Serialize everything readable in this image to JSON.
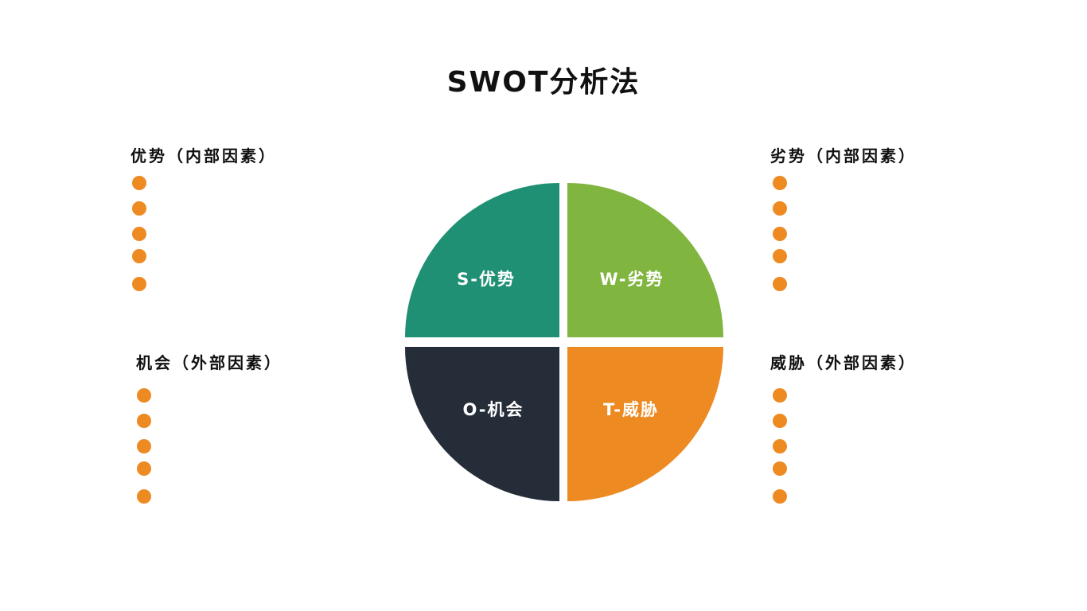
{
  "title": "SWOT分析法",
  "quadrants": [
    {
      "label": "S-优势",
      "color": "#1f9073"
    },
    {
      "label": "W-劣势",
      "color": "#80b540"
    },
    {
      "label": "O-机会",
      "color": "#252d38"
    },
    {
      "label": "T-威胁",
      "color": "#ee8a22"
    }
  ],
  "sections": [
    {
      "heading": "优势（内部因素）",
      "bullet_count": 5
    },
    {
      "heading": "劣势（内部因素）",
      "bullet_count": 5
    },
    {
      "heading": "机会（外部因素）",
      "bullet_count": 5
    },
    {
      "heading": "威胁（外部因素）",
      "bullet_count": 5
    }
  ],
  "bullet_color": "#ee8a22"
}
